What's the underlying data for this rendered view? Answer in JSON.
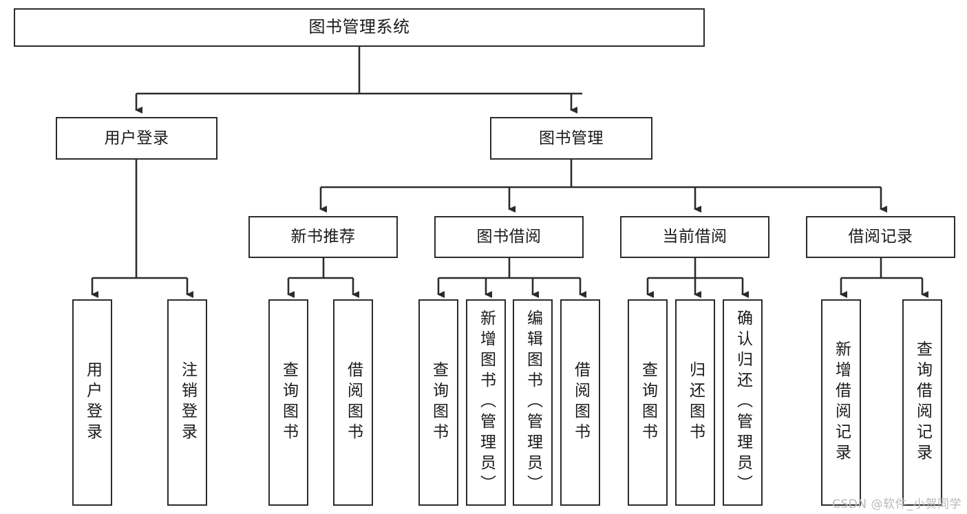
{
  "diagram": {
    "title": "图书管理系统",
    "type": "hierarchy-tree",
    "stroke_color": "#2b2b2b",
    "fill_color": "#ffffff",
    "watermark": "CSDN @软件_小贺同学",
    "nodes": {
      "root": {
        "label": "图书管理系统"
      },
      "level2": [
        {
          "label": "用户登录"
        },
        {
          "label": "图书管理"
        }
      ],
      "level3": [
        {
          "label": "新书推荐"
        },
        {
          "label": "图书借阅"
        },
        {
          "label": "当前借阅"
        },
        {
          "label": "借阅记录"
        }
      ],
      "leaves_user_login": [
        {
          "label": "用户登录"
        },
        {
          "label": "注销登录"
        }
      ],
      "leaves_new_book": [
        {
          "label": "查询图书"
        },
        {
          "label": "借阅图书"
        }
      ],
      "leaves_borrow": [
        {
          "label": "查询图书"
        },
        {
          "label": "新增图书（管理员）"
        },
        {
          "label": "编辑图书（管理员）"
        },
        {
          "label": "借阅图书"
        }
      ],
      "leaves_current": [
        {
          "label": "查询图书"
        },
        {
          "label": "归还图书"
        },
        {
          "label": "确认归还（管理员）"
        }
      ],
      "leaves_records": [
        {
          "label": "新增借阅记录"
        },
        {
          "label": "查询借阅记录"
        }
      ]
    }
  }
}
